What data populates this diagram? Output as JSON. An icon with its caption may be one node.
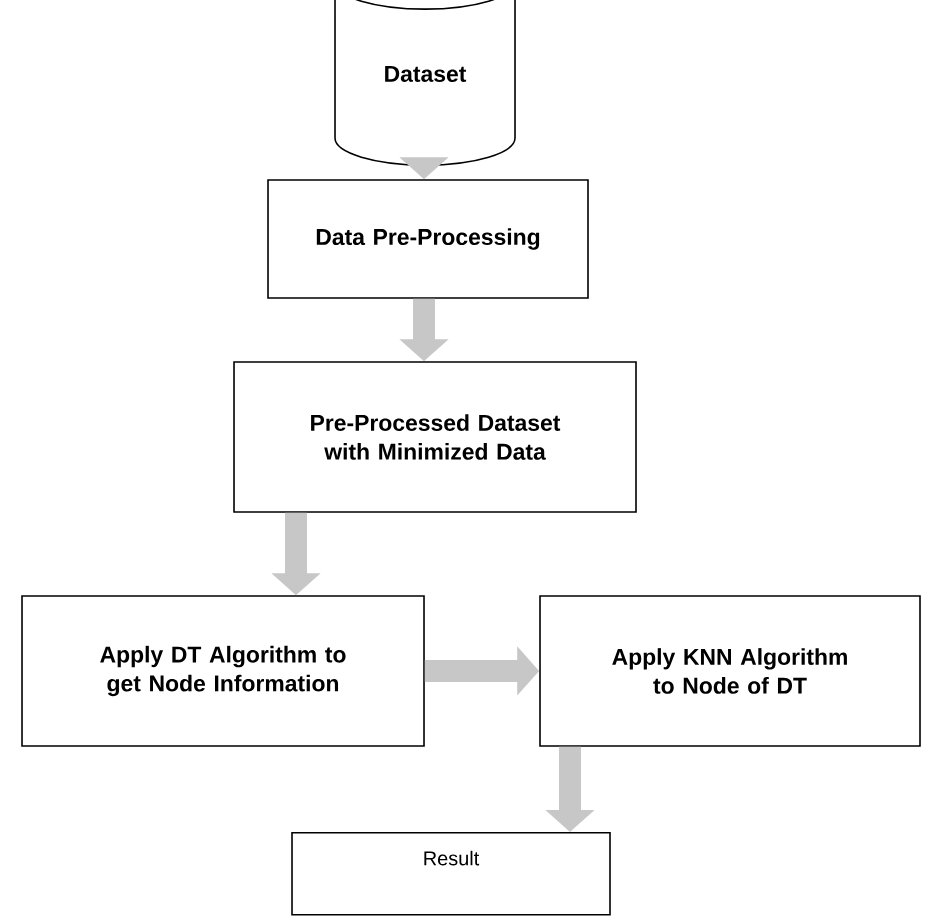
{
  "diagram": {
    "nodes": [
      {
        "text": [
          "Dataset"
        ]
      },
      {
        "text": [
          "Data Pre-Processing"
        ]
      },
      {
        "text": [
          "Pre-Processed Dataset with Minimized Data"
        ]
      },
      {
        "text": [
          "Apply DT Algorithm to get Node Information"
        ]
      },
      {
        "text": [
          "Apply KNN Algorithm to Node of DT"
        ]
      },
      {
        "text": [
          "Result"
        ]
      }
    ],
    "edges": [
      {
        "from": 0,
        "to": 1,
        "arrow": "to"
      },
      {
        "from": 1,
        "to": 2,
        "arrow": "to"
      },
      {
        "from": 2,
        "to": 3,
        "arrow": "to"
      },
      {
        "from": 3,
        "to": 4,
        "arrow": "to"
      },
      {
        "from": 4,
        "to": 5,
        "arrow": "to"
      }
    ]
  }
}
